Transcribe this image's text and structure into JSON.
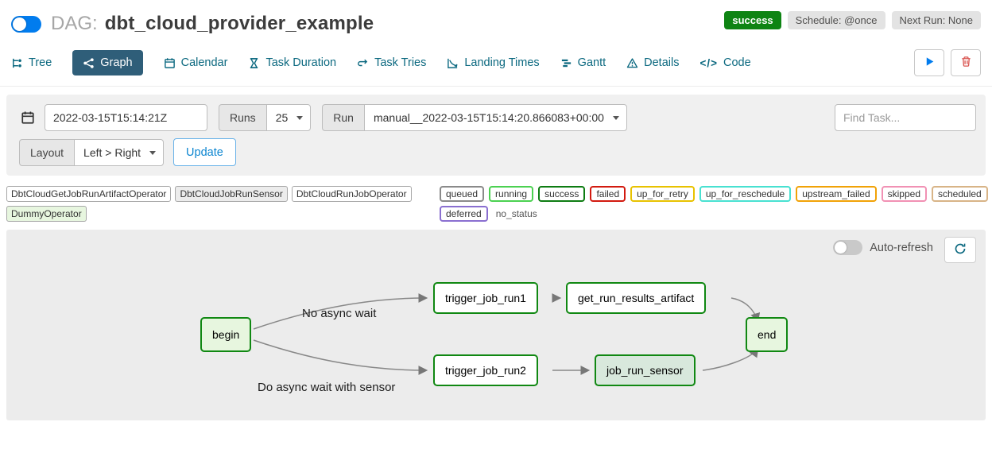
{
  "header": {
    "dag_prefix": "DAG:",
    "dag_title": "dbt_cloud_provider_example",
    "dag_enabled": true,
    "status_badge": "success",
    "schedule_badge": "Schedule: @once",
    "next_run_badge": "Next Run: None"
  },
  "tabs": [
    {
      "label": "Tree",
      "icon": "tree-icon",
      "active": false
    },
    {
      "label": "Graph",
      "icon": "graph-icon",
      "active": true
    },
    {
      "label": "Calendar",
      "icon": "calendar-icon",
      "active": false
    },
    {
      "label": "Task Duration",
      "icon": "hourglass-icon",
      "active": false
    },
    {
      "label": "Task Tries",
      "icon": "repeat-icon",
      "active": false
    },
    {
      "label": "Landing Times",
      "icon": "landing-chart-icon",
      "active": false
    },
    {
      "label": "Gantt",
      "icon": "gantt-icon",
      "active": false
    },
    {
      "label": "Details",
      "icon": "warning-triangle-icon",
      "active": false
    },
    {
      "label": "Code",
      "icon": "code-icon",
      "active": false
    }
  ],
  "icons": {
    "code": "</>",
    "play": "▶"
  },
  "filters": {
    "date_value": "2022-03-15T15:14:21Z",
    "runs_label": "Runs",
    "runs_value": "25",
    "run_label": "Run",
    "run_value": "manual__2022-03-15T15:14:20.866083+00:00",
    "find_task_placeholder": "Find Task...",
    "layout_label": "Layout",
    "layout_value": "Left > Right",
    "update_label": "Update"
  },
  "legend": {
    "operators": [
      {
        "label": "DbtCloudGetJobRunArtifactOperator",
        "bg": "#ffffff"
      },
      {
        "label": "DbtCloudJobRunSensor",
        "bg": "#ececec"
      },
      {
        "label": "DbtCloudRunJobOperator",
        "bg": "#ffffff"
      },
      {
        "label": "DummyOperator",
        "bg": "#e7f6df"
      }
    ],
    "statuses": [
      {
        "label": "queued",
        "color": "#8a8a8a"
      },
      {
        "label": "running",
        "color": "#4bd151"
      },
      {
        "label": "success",
        "color": "#0e7c12"
      },
      {
        "label": "failed",
        "color": "#d21a0f"
      },
      {
        "label": "up_for_retry",
        "color": "#e8c200"
      },
      {
        "label": "up_for_reschedule",
        "color": "#48e1d1"
      },
      {
        "label": "upstream_failed",
        "color": "#f1a207"
      },
      {
        "label": "skipped",
        "color": "#f191b4"
      },
      {
        "label": "scheduled",
        "color": "#d8b487"
      },
      {
        "label": "deferred",
        "color": "#8a6fd0"
      },
      {
        "label": "no_status",
        "color": "none"
      }
    ]
  },
  "graph": {
    "auto_refresh_label": "Auto-refresh",
    "node_border": "#108812",
    "nodes": [
      {
        "id": "begin",
        "label": "begin",
        "fill": "#e7f6df"
      },
      {
        "id": "trigger_job_run1",
        "label": "trigger_job_run1",
        "fill": "#ffffff"
      },
      {
        "id": "get_run_results_artifact",
        "label": "get_run_results_artifact",
        "fill": "#ffffff"
      },
      {
        "id": "trigger_job_run2",
        "label": "trigger_job_run2",
        "fill": "#ffffff"
      },
      {
        "id": "job_run_sensor",
        "label": "job_run_sensor",
        "fill": "#d8e8dc"
      },
      {
        "id": "end",
        "label": "end",
        "fill": "#e7f6df"
      }
    ],
    "edge_labels": [
      {
        "text": "No async wait"
      },
      {
        "text": "Do async wait with sensor"
      }
    ]
  }
}
